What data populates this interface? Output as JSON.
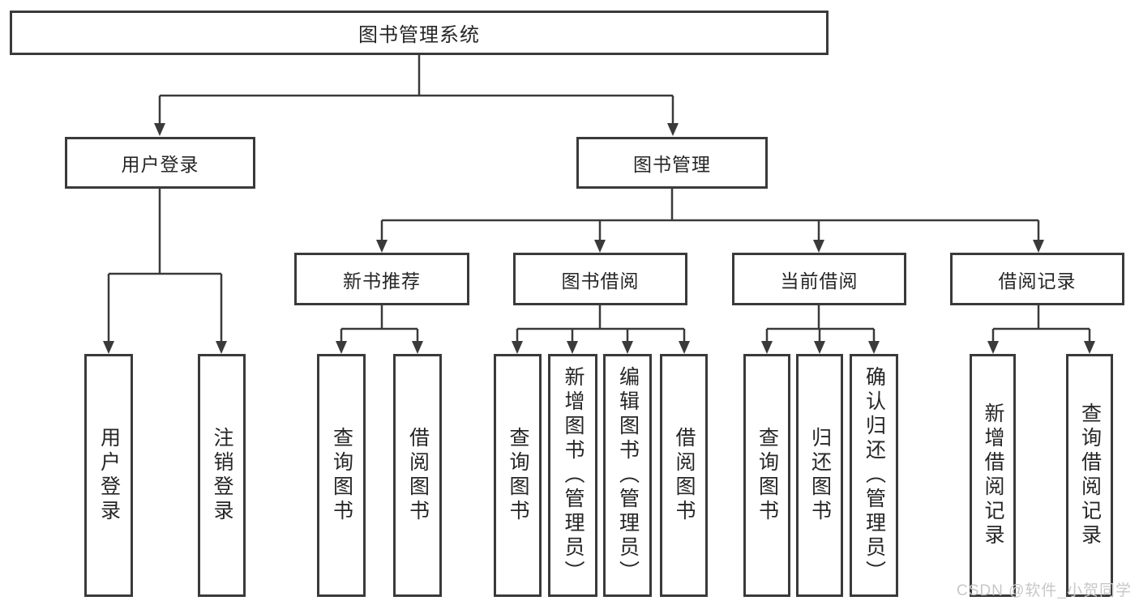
{
  "diagram": {
    "kind": "functional-structure-tree",
    "background": "#ffffff",
    "line_color": "#3a3a3a",
    "text_color": "#262626",
    "tree": {
      "label": "图书管理系统",
      "children": [
        {
          "label": "用户登录",
          "children": [
            {
              "label": "用户登录"
            },
            {
              "label": "注销登录"
            }
          ]
        },
        {
          "label": "图书管理",
          "children": [
            {
              "label": "新书推荐",
              "children": [
                {
                  "label": "查询图书"
                },
                {
                  "label": "借阅图书"
                }
              ]
            },
            {
              "label": "图书借阅",
              "children": [
                {
                  "label": "查询图书"
                },
                {
                  "label": "新增图书（管理员）"
                },
                {
                  "label": "编辑图书（管理员）"
                },
                {
                  "label": "借阅图书"
                }
              ]
            },
            {
              "label": "当前借阅",
              "children": [
                {
                  "label": "查询图书"
                },
                {
                  "label": "归还图书"
                },
                {
                  "label": "确认归还（管理员）"
                }
              ]
            },
            {
              "label": "借阅记录",
              "children": [
                {
                  "label": "新增借阅记录"
                },
                {
                  "label": "查询借阅记录"
                }
              ]
            }
          ]
        }
      ]
    },
    "watermark": {
      "text": "CSDN @软件_小贺同学",
      "color": "#c7c7c7"
    }
  }
}
